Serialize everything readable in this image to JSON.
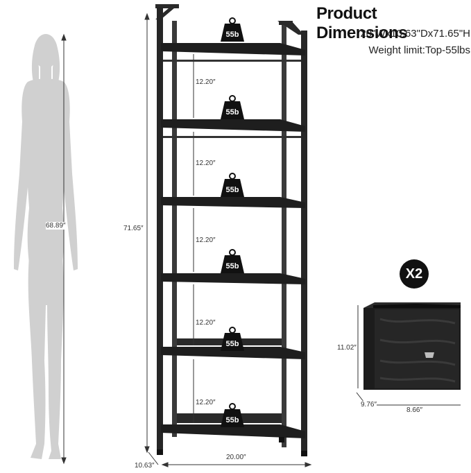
{
  "heading": {
    "title": "Product Dimensions",
    "size": "20\"Wx10.63\"Dx71.65\"H",
    "weight_limit": "Weight limit:Top-55lbs"
  },
  "human_height": "68.89″",
  "shelf_height": "71.65″",
  "shelf_depth": "10.63″",
  "shelf_width": "20.00″",
  "shelf_gaps": [
    "12.20″",
    "12.20″",
    "12.20″",
    "12.20″",
    "12.20″"
  ],
  "weight_badges": [
    "55b",
    "55b",
    "55b",
    "55b",
    "55b",
    "55b"
  ],
  "bin": {
    "quantity": "X2",
    "height": "11.02″",
    "depth": "9.76″",
    "width": "8.66″"
  },
  "colors": {
    "frame": "#2a2a2a",
    "shelf": "#1e1e1e",
    "silhouette": "#cfcfcf",
    "bin": "#1c1c1c"
  }
}
